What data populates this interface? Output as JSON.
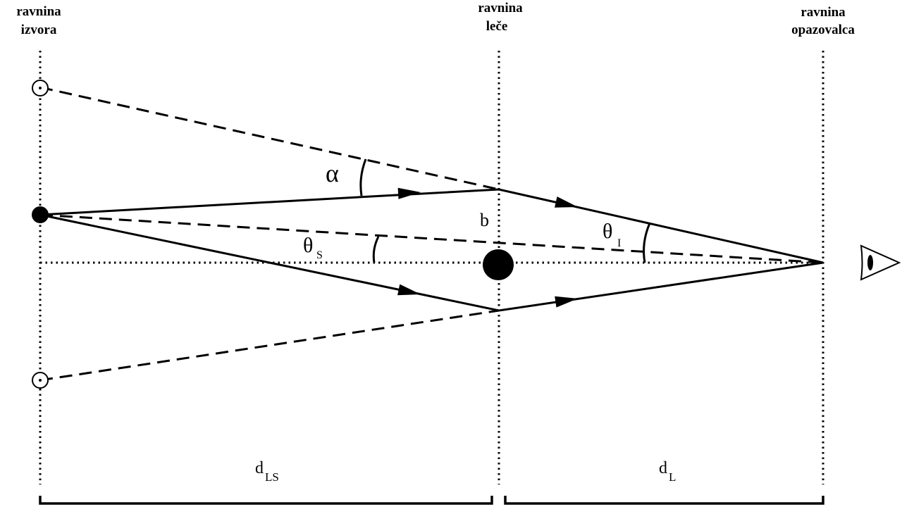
{
  "planes": {
    "source": {
      "line1": "ravnina",
      "line2": "izvora"
    },
    "lens": {
      "line1": "ravnina",
      "line2": "leče"
    },
    "observer": {
      "line1": "ravnina",
      "line2": "opazovalca"
    }
  },
  "symbols": {
    "alpha": "α",
    "theta": "θ",
    "theta_s_sub": "S",
    "theta_i_sub": "I",
    "impact": "b",
    "d": "d",
    "d_ls_sub": "LS",
    "d_l_sub": "L"
  },
  "icons": [
    "eye-icon",
    "source-star",
    "lens-mass",
    "image-point"
  ]
}
